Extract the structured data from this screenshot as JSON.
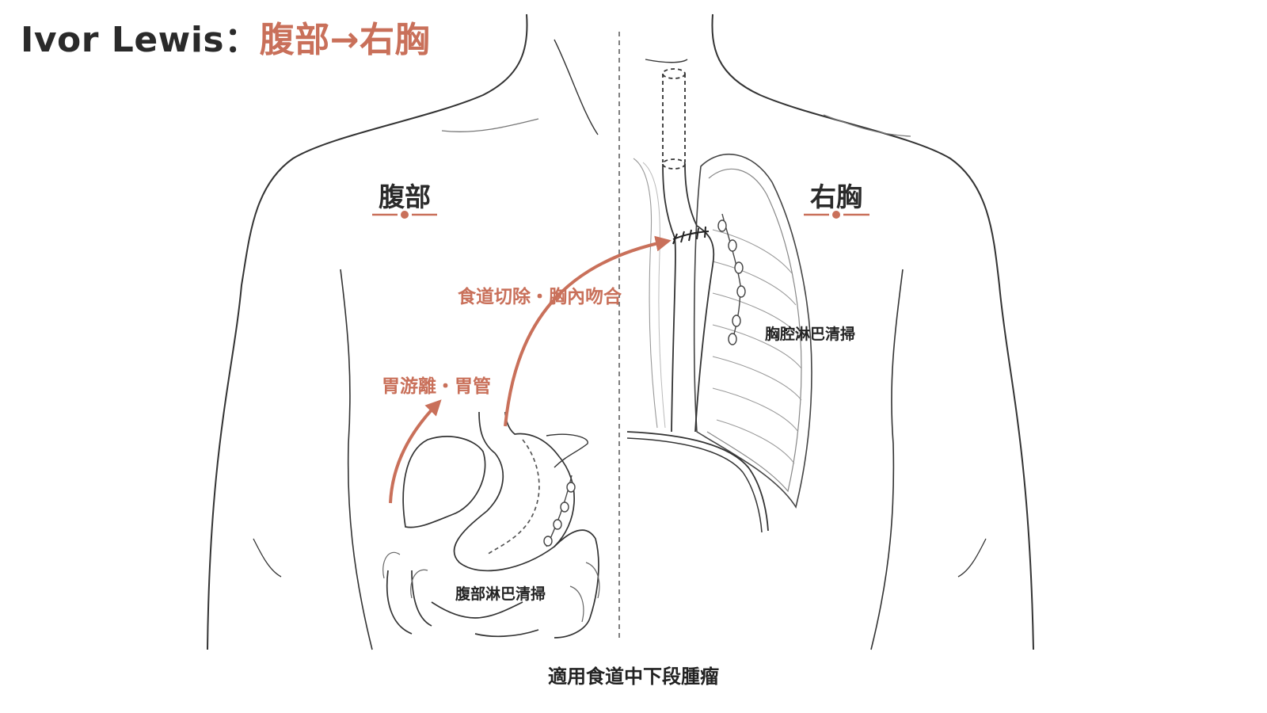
{
  "header": {
    "title_main": "Ivor Lewis：",
    "title_accent": "腹部→右胸"
  },
  "sections": {
    "abdomen_label": "腹部",
    "right_chest_label": "右胸"
  },
  "annotations": {
    "gastric_mobilization": "胃游離・胃管",
    "esophagectomy_anastomosis": "食道切除・胸內吻合",
    "thoracic_lymph_dissection": "胸腔淋巴清掃",
    "abdominal_lymph_dissection": "腹部淋巴清掃"
  },
  "footer": {
    "caption": "適用食道中下段腫瘤"
  },
  "colors": {
    "accent": "#c9705a",
    "line": "#333333",
    "text": "#2a2a2a"
  }
}
